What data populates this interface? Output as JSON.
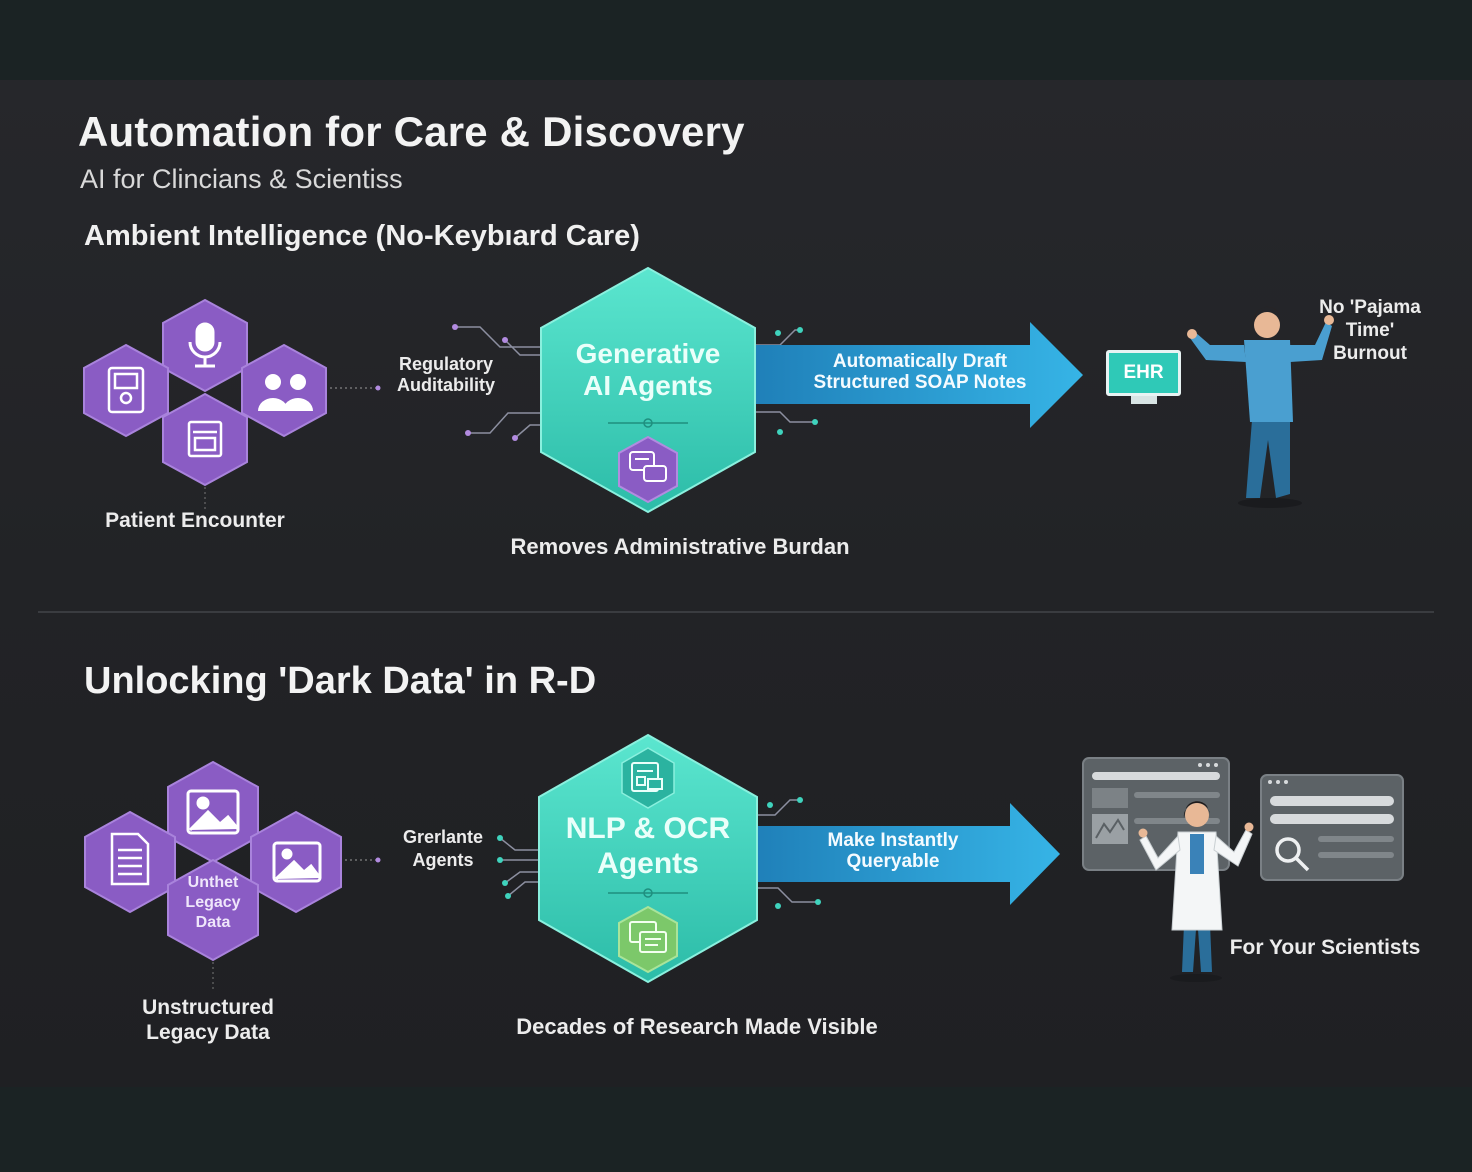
{
  "header": {
    "title": "Automation for Care & Discovery",
    "subtitle": "AI for Clincians & Scientiss"
  },
  "section1": {
    "heading": "Ambient Intelligence (No-Keybıard Care)",
    "input_label": "Patient Encounter",
    "side_label_line1": "Regulatory",
    "side_label_line2": "Auditability",
    "hex_line1": "Generative",
    "hex_line2": "AI Agents",
    "arrow_line1": "Automatically Draft",
    "arrow_line2": "Structured SOAP Notes",
    "ehr_label": "EHR",
    "outcome_line1": "No 'Pajama",
    "outcome_line2": "Time'",
    "outcome_line3": "Burnout",
    "caption": "Removes Administrative Burdan"
  },
  "section2": {
    "heading": "Unlocking 'Dark Data' in R-D",
    "center_hex_line1": "Unthet",
    "center_hex_line2": "Legacy",
    "center_hex_line3": "Data",
    "input_label_line1": "Unstructured",
    "input_label_line2": "Legacy Data",
    "side_label_line1": "Grerlante",
    "side_label_line2": "Agents",
    "hex_line1": "NLP & OCR",
    "hex_line2": "Agents",
    "arrow_line1": "Make Instantly",
    "arrow_line2": "Queryable",
    "outcome": "For Your Scientists",
    "caption": "Decades of Research Made Visible"
  },
  "colors": {
    "background": "#1b2324",
    "panel": "#242529",
    "purple": "#8a5cc4",
    "teal": "#3fd3bd",
    "arrow_blue": "#2aa0d8"
  }
}
